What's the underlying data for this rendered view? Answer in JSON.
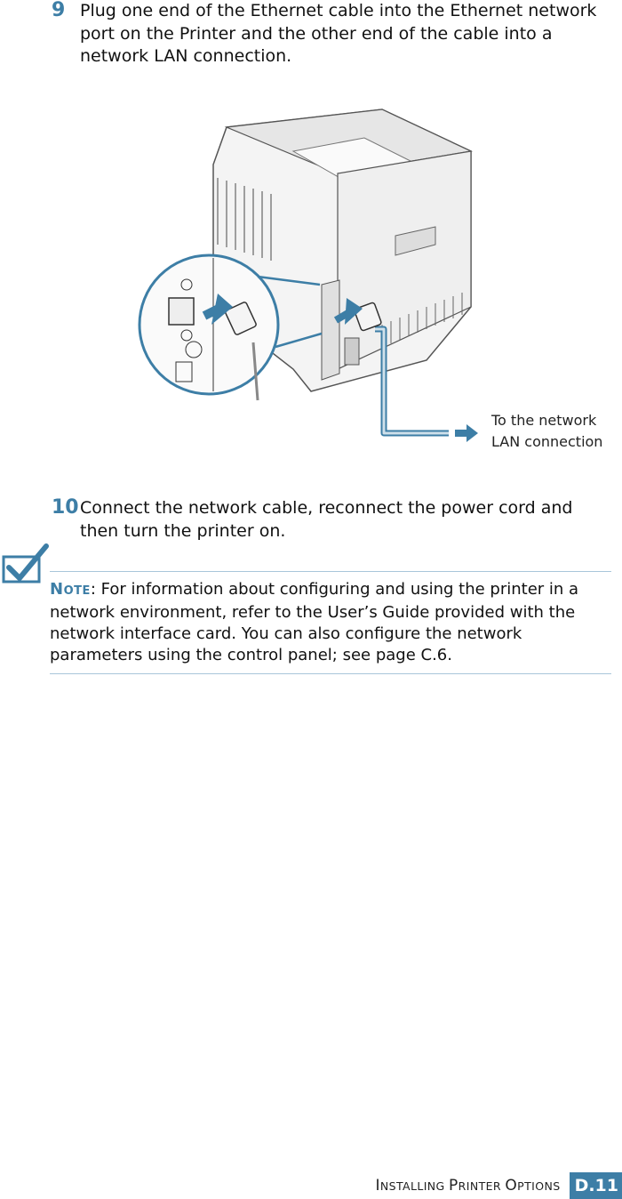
{
  "steps": [
    {
      "number": "9",
      "text": "Plug one end of the Ethernet cable into the Ethernet network port on the Printer and the other end of the cable into a network LAN connection."
    },
    {
      "number": "10",
      "text": "Connect the network cable, reconnect the power cord and then turn the printer on."
    }
  ],
  "figure": {
    "callout_line1": "To the network",
    "callout_line2": "LAN connection",
    "arrow_color": "#3d7ea6"
  },
  "note": {
    "label_first": "N",
    "label_rest": "OTE",
    "text": ": For information about configuring and using the printer in a network environment, refer to the User’s Guide provided with the network interface card. You can also configure the network parameters using the control panel; see page C.6.",
    "icon": "checkmark-note-icon"
  },
  "footer": {
    "title_parts": [
      "I",
      "NSTALLING ",
      "P",
      "RINTER ",
      "O",
      "PTIONS"
    ],
    "page": "D.11"
  },
  "colors": {
    "accent": "#3d7ea6",
    "rule": "#a9c6da"
  }
}
